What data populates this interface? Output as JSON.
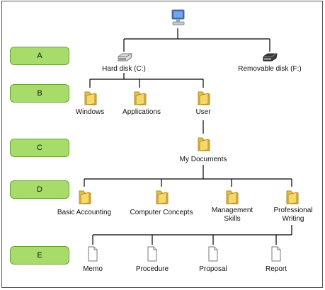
{
  "levels": [
    "A",
    "B",
    "C",
    "D",
    "E"
  ],
  "root": {
    "icon": "computer-icon"
  },
  "drives": [
    {
      "label": "Hard disk (C:)",
      "icon": "hard-disk-icon"
    },
    {
      "label": "Removable disk (F:)",
      "icon": "removable-disk-icon"
    }
  ],
  "folders_level_b": [
    {
      "label": "Windows",
      "icon": "folder-icon"
    },
    {
      "label": "Applications",
      "icon": "folder-icon"
    },
    {
      "label": "User",
      "icon": "folder-icon"
    }
  ],
  "folder_level_c": {
    "label": "My Documents",
    "icon": "folder-icon"
  },
  "folders_level_d": [
    {
      "label": "Basic Accounting",
      "icon": "folder-icon"
    },
    {
      "label": "Computer Concepts",
      "icon": "folder-icon"
    },
    {
      "label": "Management Skills",
      "line1": "Management",
      "line2": "Skills",
      "icon": "folder-icon"
    },
    {
      "label": "Professional Writing",
      "line1": "Professional",
      "line2": "Writing",
      "icon": "folder-icon"
    }
  ],
  "files_level_e": [
    {
      "label": "Memo",
      "icon": "document-icon"
    },
    {
      "label": "Procedure",
      "icon": "document-icon"
    },
    {
      "label": "Proposal",
      "icon": "document-icon"
    },
    {
      "label": "Report",
      "icon": "document-icon"
    }
  ],
  "colors": {
    "level_box": "#a8dc6a",
    "level_border": "#6aa03b",
    "folder": "#f2cf5b",
    "line": "#000000"
  }
}
